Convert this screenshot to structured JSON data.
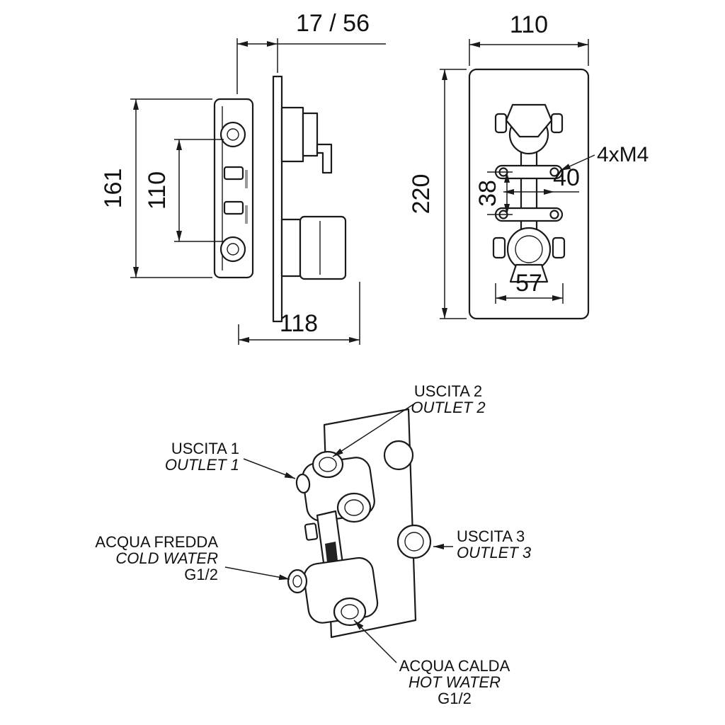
{
  "drawing": {
    "side_view": {
      "dim_wall_depth": "17 / 56",
      "dim_total_height": "161",
      "dim_port_spacing": "110",
      "dim_total_depth": "118"
    },
    "front_view": {
      "dim_plate_width": "110",
      "dim_plate_height": "220",
      "screw_label": "4xM4",
      "dim_screw_spacing_h": "40",
      "dim_screw_spacing_v": "38",
      "dim_handle_width": "57"
    },
    "connection_view": {
      "outlet2_it": "USCITA 2",
      "outlet2_en": "OUTLET 2",
      "outlet1_it": "USCITA 1",
      "outlet1_en": "OUTLET 1",
      "outlet3_it": "USCITA 3",
      "outlet3_en": "OUTLET 3",
      "cold_it": "ACQUA FREDDA",
      "cold_en": "COLD WATER",
      "cold_size": "G1/2",
      "hot_it": "ACQUA CALDA",
      "hot_en": "HOT WATER",
      "hot_size": "G1/2"
    },
    "colors": {
      "line": "#1a1a1a",
      "background": "#ffffff"
    }
  }
}
